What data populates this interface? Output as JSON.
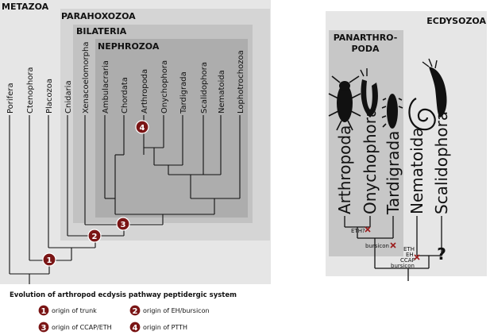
{
  "left_panel": {
    "boxes": {
      "metazoa": "METAZOA",
      "parahoxozoa": "PARAHOXOZOA",
      "bilateria": "BILATERIA",
      "nephrozoa": "NEPHROZOA"
    },
    "taxa": [
      "Porifera",
      "Ctenophora",
      "Placozoa",
      "Cnidaria",
      "Xenacoelomorpha",
      "Ambulacraria",
      "Chordata",
      "Arthropoda",
      "Onychophora",
      "Tardigrada",
      "Scalidophora",
      "Nematoida",
      "Lophotrochozoa"
    ],
    "badges": [
      "1",
      "2",
      "3",
      "4"
    ]
  },
  "right_panel": {
    "boxes": {
      "ecdysozoa": "ECDYSOZOA",
      "panarthropoda_line1": "PANARTHRO-",
      "panarthropoda_line2": "PODA"
    },
    "taxa": [
      "Arthropoda",
      "Onychophora",
      "Tardigrada",
      "Nematoida",
      "Scalidophora"
    ],
    "losses": {
      "eth_q": "ETH?",
      "bursicon": "bursicon",
      "eth": "ETH",
      "eh": "EH",
      "ccap": "CCAP",
      "bursicon2": "bursicon",
      "unknown": "?"
    }
  },
  "caption": "Evolution of arthropod ecdysis pathway peptidergic system",
  "legend": [
    {
      "num": "1",
      "label": "origin of trunk"
    },
    {
      "num": "2",
      "label": "origin of EH/bursicon"
    },
    {
      "num": "3",
      "label": "origin of CCAP/ETH"
    },
    {
      "num": "4",
      "label": "origin of PTTH"
    }
  ],
  "colors": {
    "badge": "#7a1515",
    "loss_cross": "#9b1b1b"
  }
}
